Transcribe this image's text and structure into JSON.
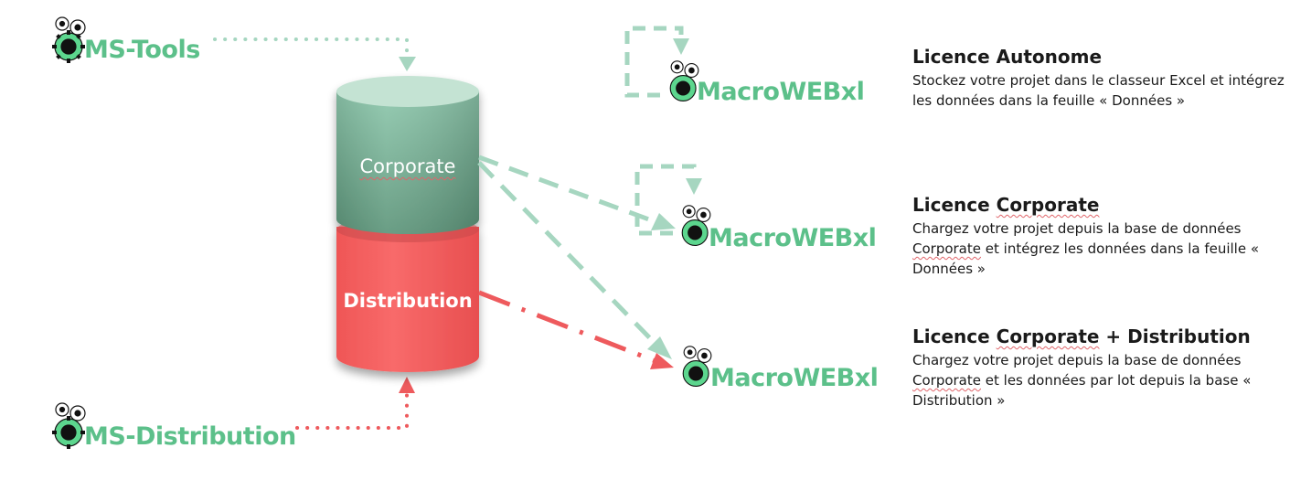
{
  "sources": {
    "ms_tools": "MS-Tools",
    "ms_distribution": "MS-Distribution"
  },
  "database": {
    "corporate": "Corporate",
    "distribution": "Distribution"
  },
  "targets": {
    "autonome": "MacroWEBxl",
    "corporate": "MacroWEBxl",
    "distribution": "MacroWEBxl"
  },
  "licences": [
    {
      "title_parts": [
        "Licence Autonome"
      ],
      "desc_lines": [
        "Stockez votre projet dans le classeur Excel et intégrez les données dans la feuille « Données »"
      ]
    },
    {
      "title_parts": [
        "Licence ",
        "Corporate"
      ],
      "desc_parts": [
        "Chargez votre projet depuis la base de données ",
        "Corporate",
        " et intégrez les données dans la feuille « Données »"
      ]
    },
    {
      "title_parts": [
        "Licence ",
        "Corporate",
        " + Distribution"
      ],
      "desc_parts": [
        "Chargez votre projet depuis la base de données ",
        "Corporate",
        " et les données par lot depuis la base « Distribution »"
      ]
    }
  ],
  "colors": {
    "brand_green": "#5cc08a",
    "arrow_green": "#a6d6c0",
    "arrow_red": "#ee5a5d",
    "cyl_top": "#c4e3d3",
    "cyl_corp": "#6aa88a",
    "cyl_dist": "#f45d5e"
  },
  "icons": [
    "gears-icon"
  ]
}
